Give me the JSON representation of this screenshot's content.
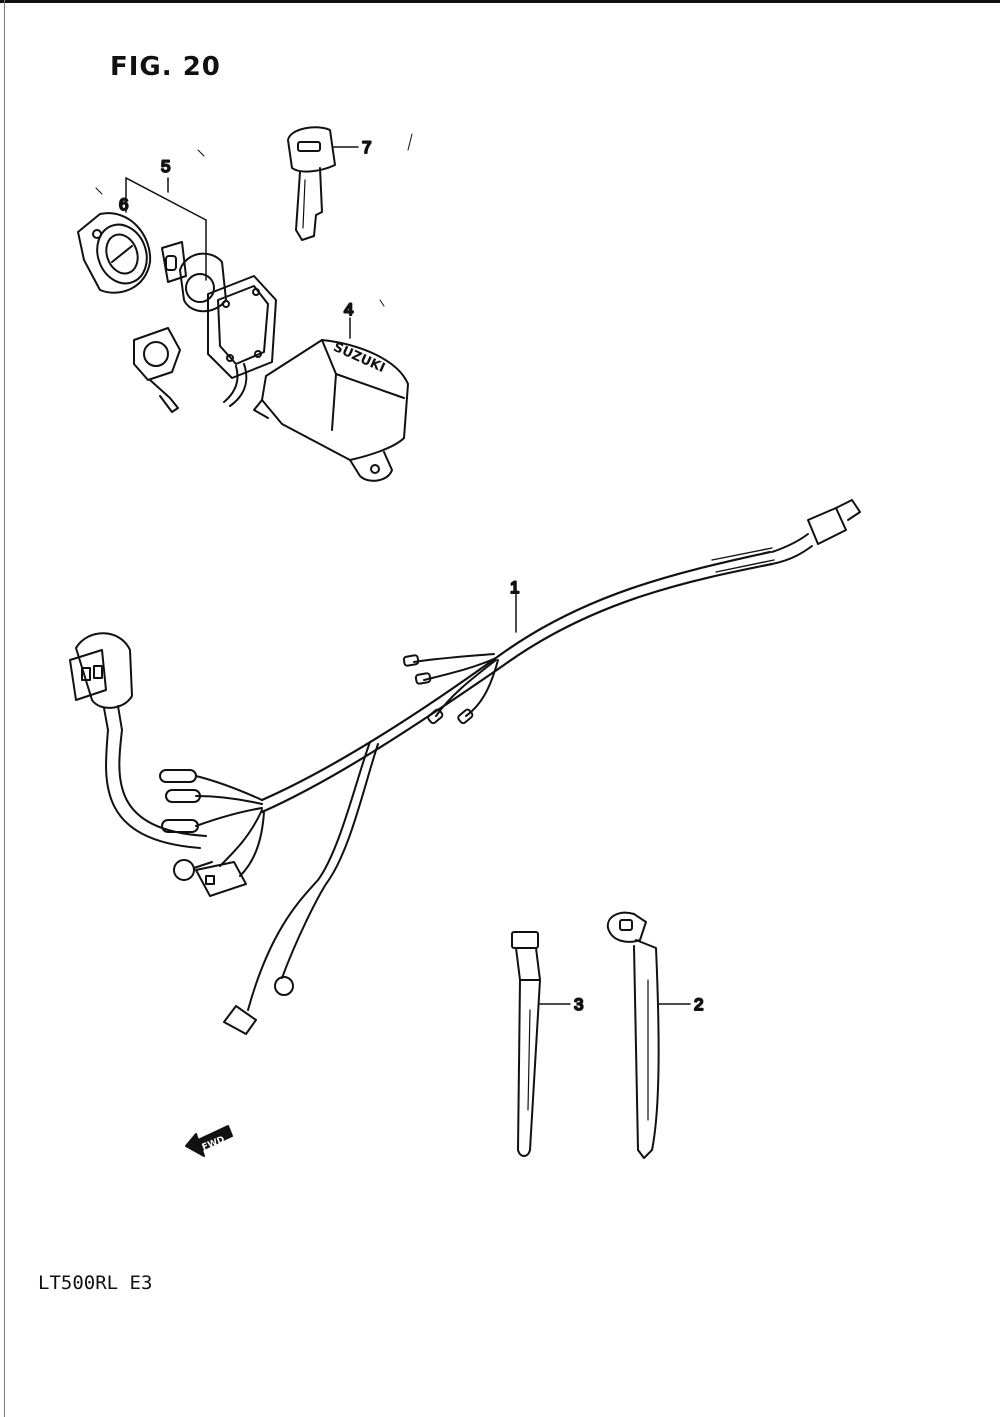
{
  "figure": {
    "title": "FIG. 20"
  },
  "footer": {
    "model": "LT500RL  E3"
  },
  "callouts": [
    "1",
    "2",
    "3",
    "4",
    "5",
    "6",
    "7"
  ],
  "labels": {
    "fwd": "FWD",
    "brand": "SUZUKI"
  }
}
